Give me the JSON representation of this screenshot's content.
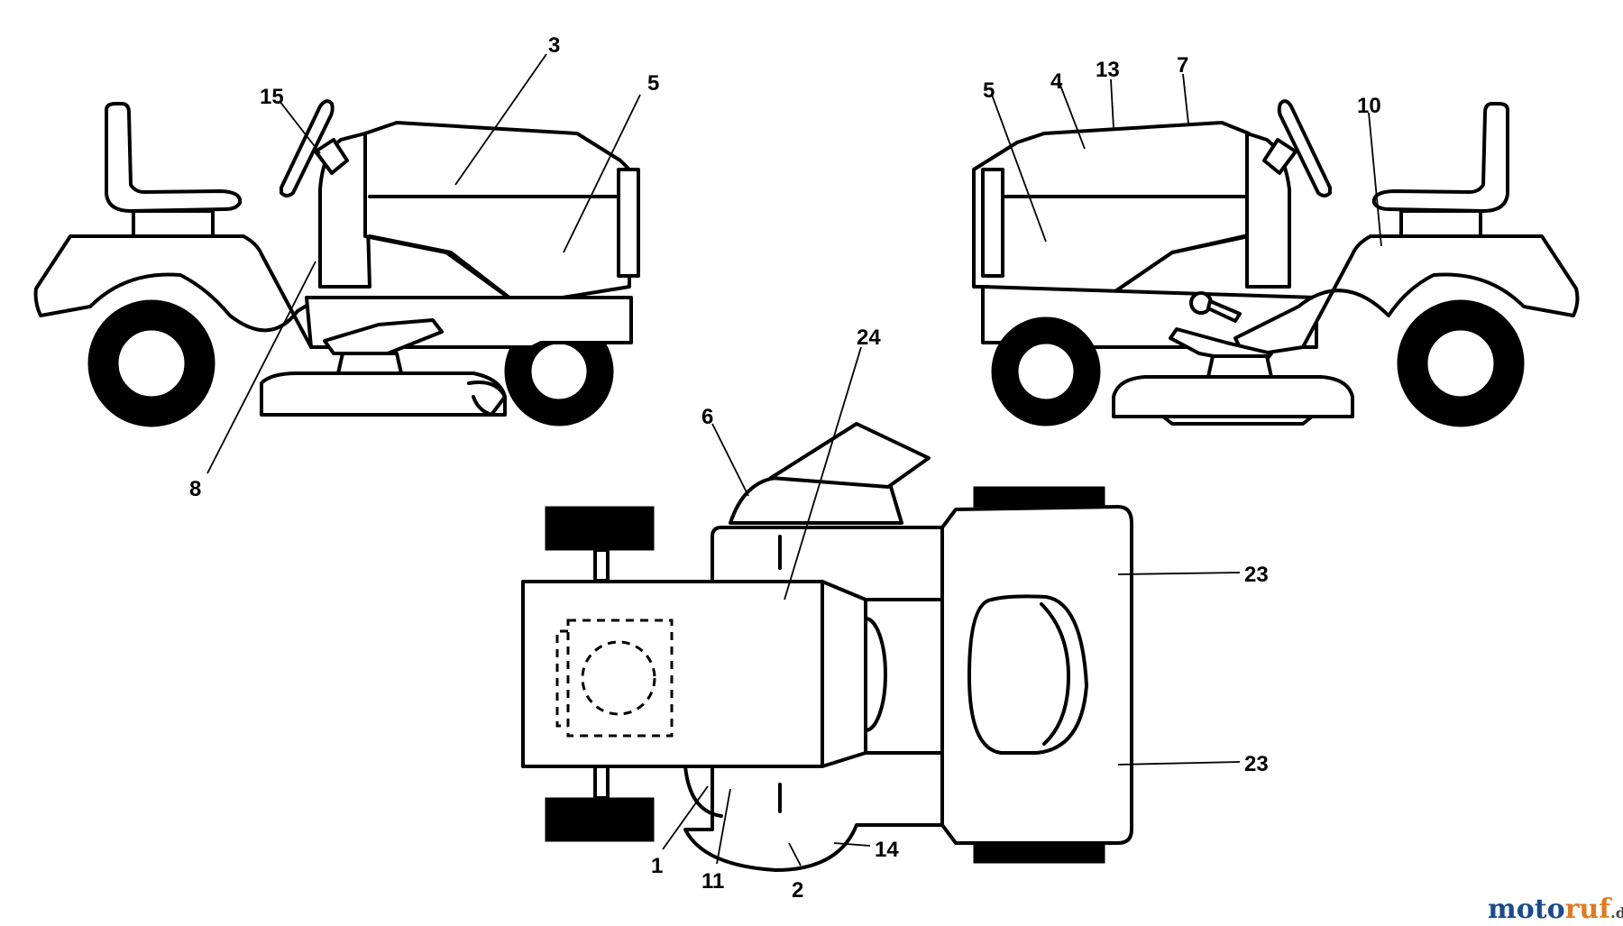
{
  "callouts": [
    "3",
    "5",
    "15",
    "8",
    "4",
    "13",
    "7",
    "5",
    "10",
    "24",
    "6",
    "23",
    "23",
    "1",
    "11",
    "2",
    "14"
  ],
  "watermark": {
    "prefix": "moto",
    "suffix": "ruf",
    "tld": ".de",
    "color_prefix": "#1a4b8c",
    "color_suffix": "#e07a1f",
    "color_tld": "#444444"
  },
  "views": [
    "left-side-view",
    "right-side-view",
    "top-view"
  ]
}
